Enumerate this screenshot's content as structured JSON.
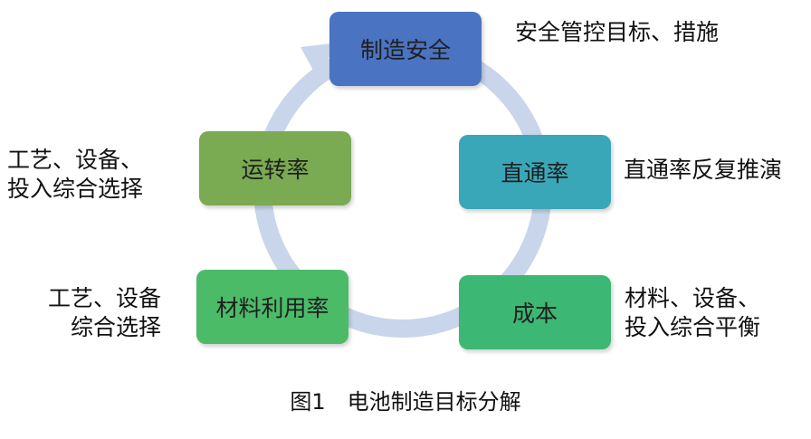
{
  "colors": {
    "cycle_ring": "#c9d5ea",
    "box_top": "#4a73c2",
    "box_right_top": "#3aa7b8",
    "box_right_bottom": "#3cb874",
    "box_left_bottom": "#4bbb68",
    "box_left_top": "#7aaa52"
  },
  "nodes": {
    "safety": "制造安全",
    "yield": "直通率",
    "cost": "成本",
    "material": "材料利用率",
    "utilization": "运转率"
  },
  "notes": {
    "safety": [
      "安全管控目标、措施"
    ],
    "yield": [
      "直通率反复推演"
    ],
    "cost": [
      "材料、设备、",
      "投入综合平衡"
    ],
    "material": [
      "工艺、设备",
      "综合选择"
    ],
    "utilization": [
      "工艺、设备、",
      "投入综合选择"
    ]
  },
  "caption": "图1　电池制造目标分解"
}
